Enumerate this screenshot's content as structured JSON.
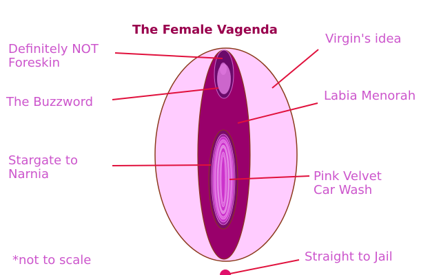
{
  "title": "The Female Vagenda",
  "labels": {
    "definitely_not_foreskin": "Definitely NOT\nForeskin",
    "the_buzzword": "The Buzzword",
    "stargate_to_narnia": "Stargate to\nNarnia",
    "virgins_idea": "Virgin's idea",
    "labia_menorah": "Labia Menorah",
    "pink_velvet_car_wash": "Pink Velvet\nCar Wash",
    "straight_to_jail": "Straight to Jail",
    "not_to_scale": "*not to scale"
  },
  "colors": {
    "title": "#99004d",
    "label_text": "#cc55cc",
    "leader_line": "#e0103c",
    "outer_fill": "#ffccff",
    "outer_stroke": "#8b3a1a",
    "inner_fill": "#99006b",
    "core_fill": "#cc33cc",
    "hood_fill": "#6a0a6a",
    "bud_fill": "#cc66cc",
    "dot_fill": "#e0106a"
  }
}
